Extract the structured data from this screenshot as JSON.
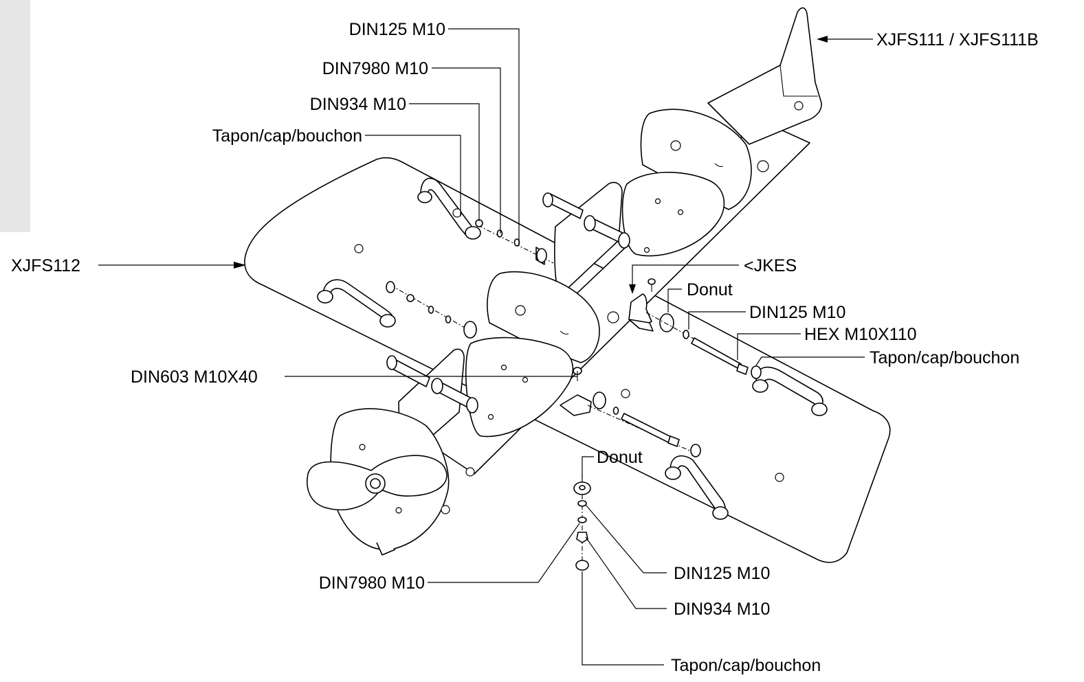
{
  "labels": {
    "top_din125": "DIN125 M10",
    "top_din7980": "DIN7980 M10",
    "top_din934": "DIN934 M10",
    "top_cap": "Tapon/cap/bouchon",
    "xjfs111": "XJFS111 / XJFS111B",
    "xjfs112": "XJFS112",
    "jkes": "<JKES",
    "donut_right": "Donut",
    "right_din125": "DIN125 M10",
    "hex": "HEX M10X110",
    "right_cap": "Tapon/cap/bouchon",
    "din603": "DIN603 M10X40",
    "donut_bottom": "Donut",
    "bottom_din7980": "DIN7980 M10",
    "bottom_din125": "DIN125 M10",
    "bottom_din934": "DIN934 M10",
    "bottom_cap": "Tapon/cap/bouchon"
  }
}
